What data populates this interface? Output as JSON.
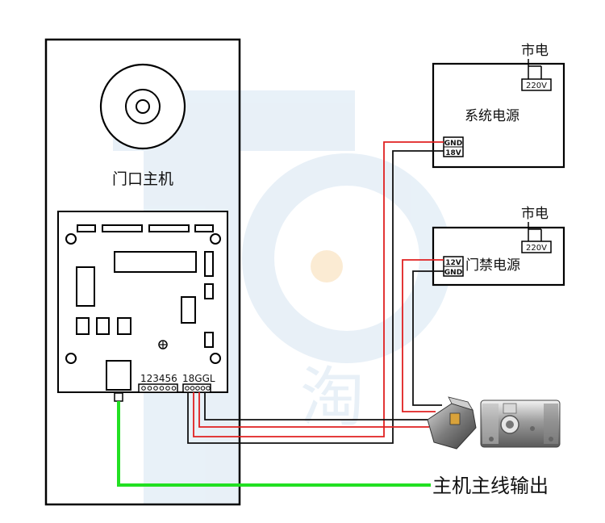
{
  "diagram": {
    "unit_label": "门口主机",
    "terminal_left_numbers": "123456",
    "terminal_right_labels": "18GGL",
    "system_psu": {
      "title": "系统电源",
      "mains_label": "市电",
      "mains_voltage": "220V",
      "terminal_top": "GND",
      "terminal_bottom": "18V"
    },
    "lock_psu": {
      "title": "门禁电源",
      "mains_label": "市电",
      "mains_voltage": "220V",
      "terminal_top": "12V",
      "terminal_bottom": "GND"
    },
    "output_label": "主机主线输出",
    "watermark_text": "淘",
    "colors": {
      "wire_red": "#e02020",
      "wire_black": "#111111",
      "bus_green": "#22e022",
      "watermark": "#e6eff7"
    }
  }
}
